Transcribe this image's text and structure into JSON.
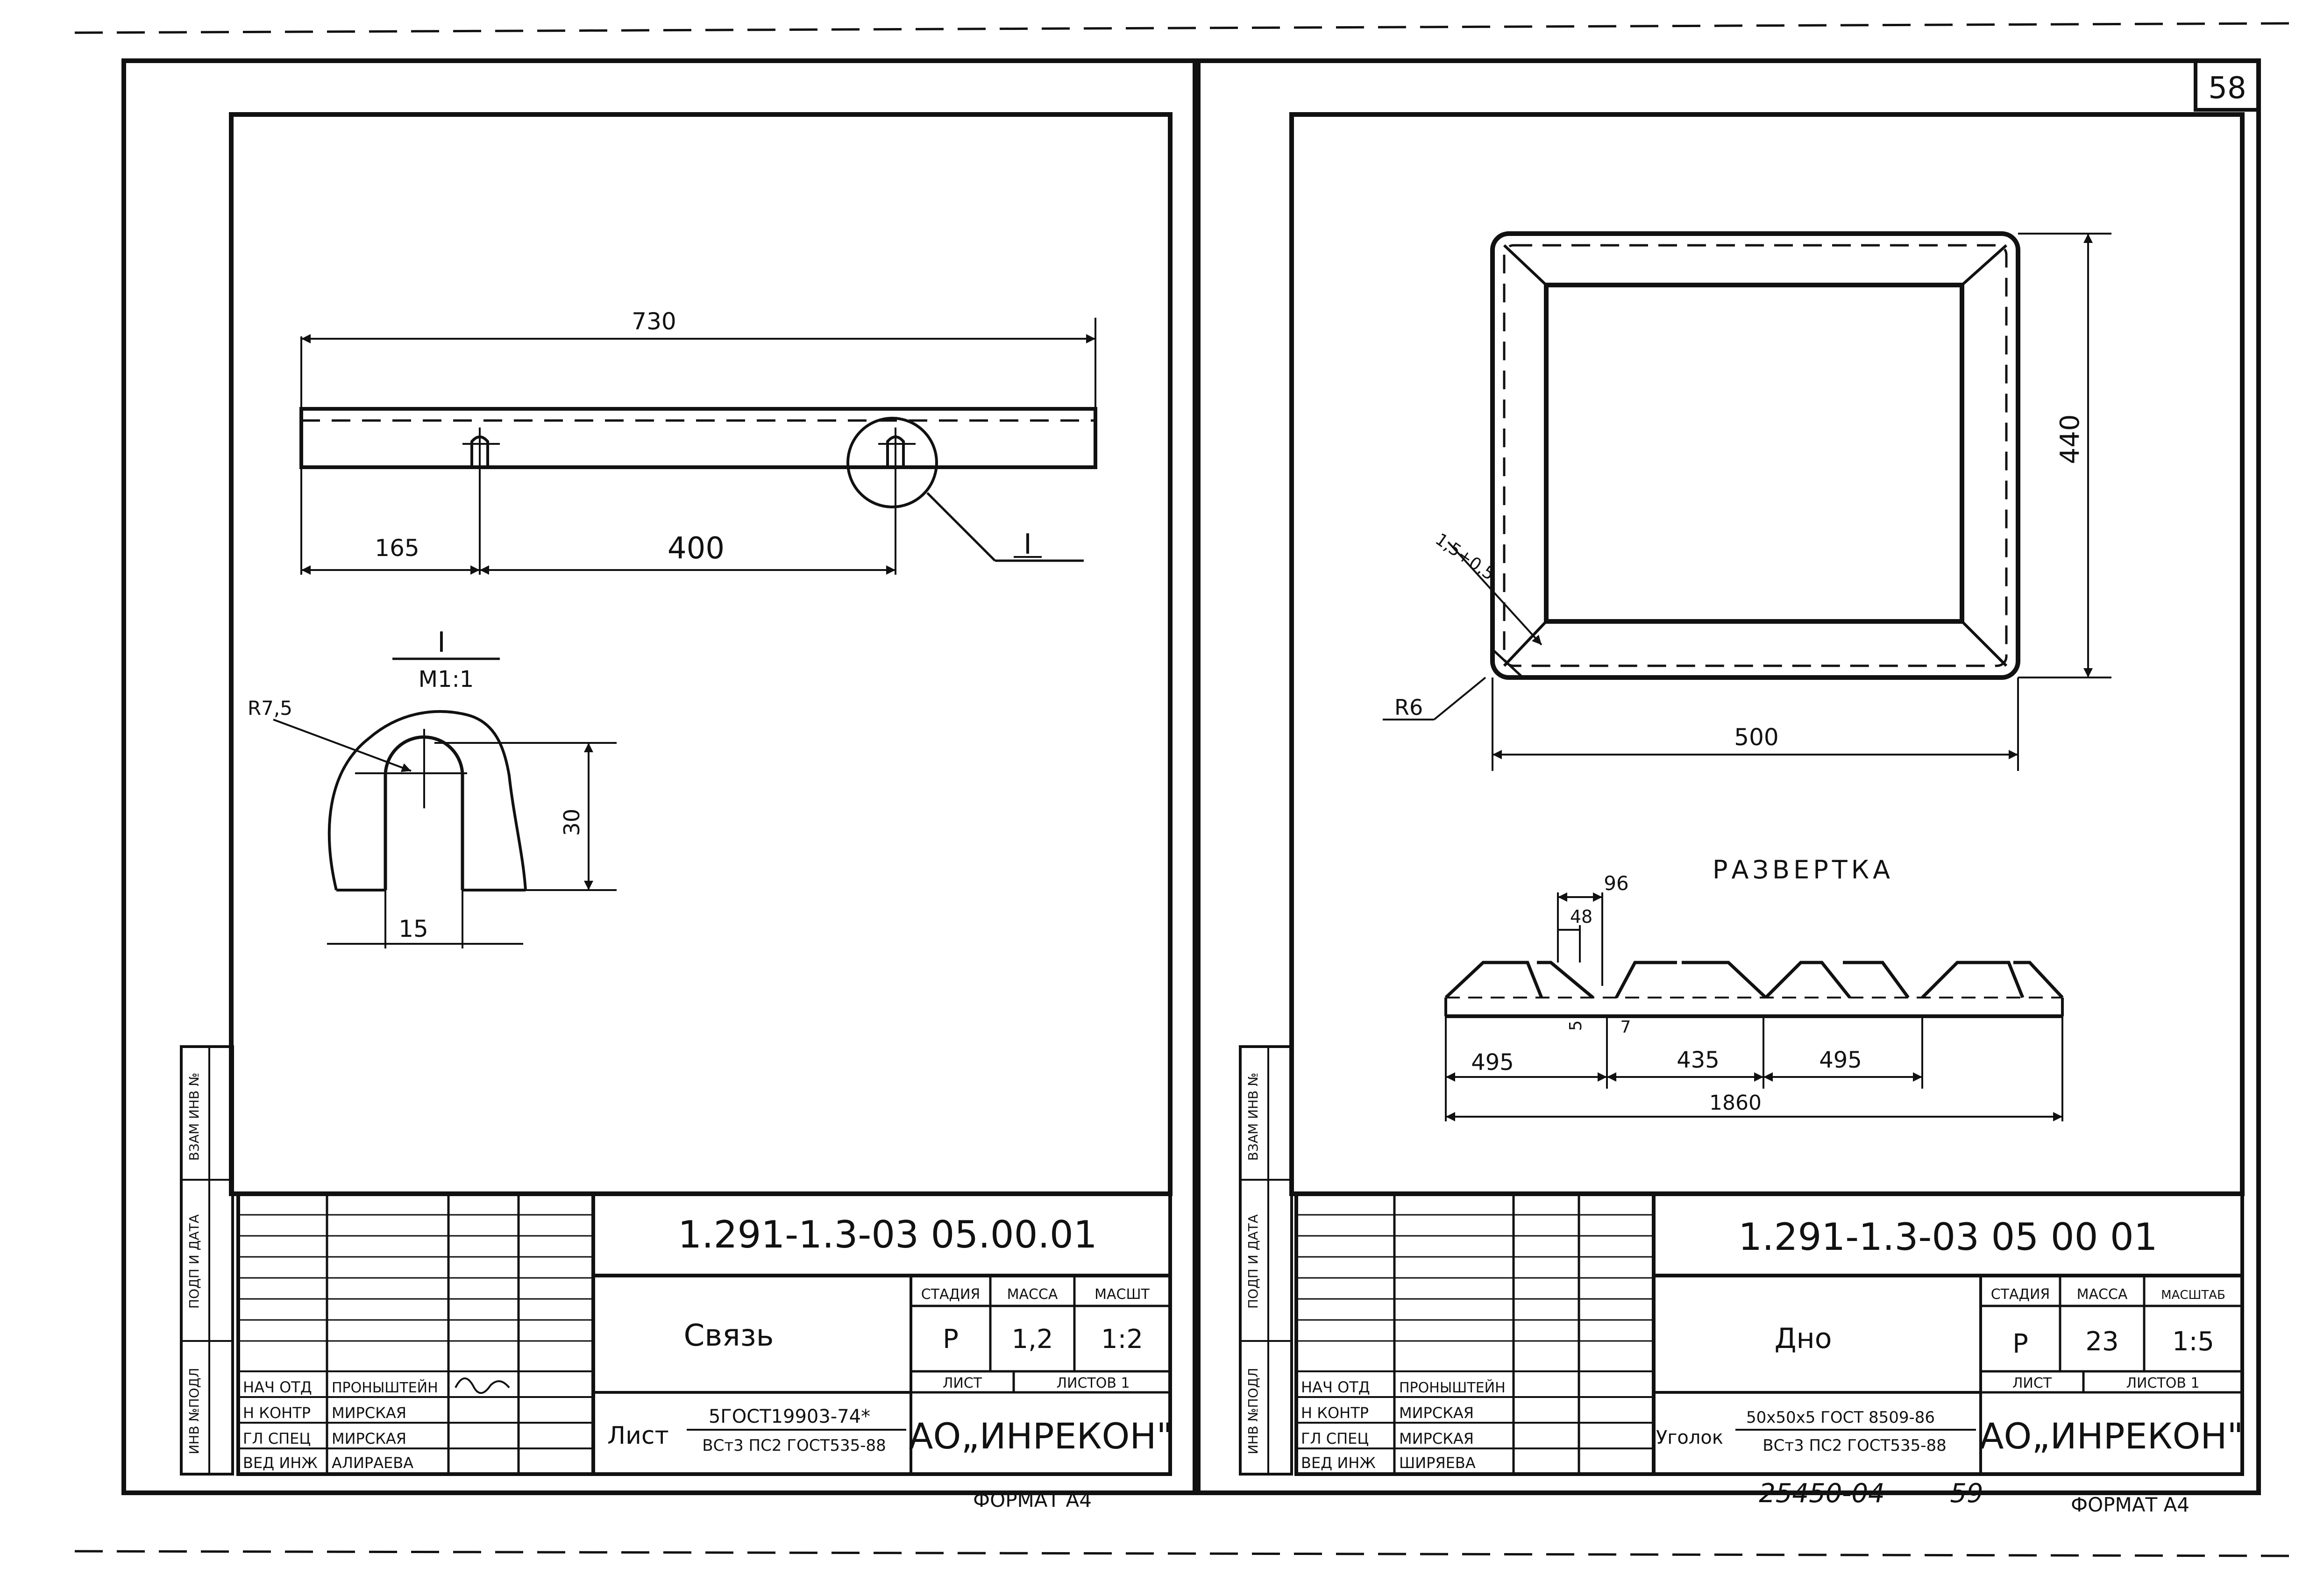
{
  "page_number": "58",
  "left_sheet": {
    "view": {
      "dim_total": "730",
      "dim_left": "165",
      "dim_mid": "400",
      "callout": "I"
    },
    "detail": {
      "title": "I",
      "scale": "М1:1",
      "radius": "R7,5",
      "dim_height": "30",
      "dim_width": "15"
    },
    "title_block": {
      "doc_code": "1.291-1.3-03 05.00.01",
      "part_name": "Связь",
      "headers": [
        "СТАДИЯ",
        "МАССА",
        "МАСШТ"
      ],
      "values": [
        "Р",
        "1,2",
        "1:2"
      ],
      "sheet_label": "ЛИСТ",
      "sheets_label": "ЛИСТОВ 1",
      "roles": [
        "НАЧ ОТД",
        "Н КОНТР",
        "ГЛ СПЕЦ",
        "ВЕД ИНЖ"
      ],
      "names": [
        "ПРОНЫШТЕЙН",
        "МИРСКАЯ",
        "МИРСКАЯ",
        "АЛИРАЕВА"
      ],
      "material_prefix": "Лист",
      "material_top": "5ГОСТ19903-74*",
      "material_bottom": "ВСт3 ПС2 ГОСТ535-88",
      "company": "АО„ИНРЕКОН\"",
      "side_labels": [
        "ИНВ №ПОДЛ",
        "ПОДП И ДАТА",
        "ВЗАМ ИНВ №"
      ]
    },
    "format": "ФОРМАТ А4"
  },
  "right_sheet": {
    "view": {
      "dim_height": "440",
      "dim_width": "500",
      "weld": "1,5+0,5",
      "radius": "R6"
    },
    "development": {
      "title": "РАЗВЕРТКА",
      "dim_96": "96",
      "dim_48": "48",
      "dim_5": "5",
      "dim_7": "7",
      "dim_a": "495",
      "dim_b": "435",
      "dim_c": "495",
      "dim_total": "1860"
    },
    "title_block": {
      "doc_code": "1.291-1.3-03 05 00 01",
      "part_name": "Дно",
      "headers": [
        "СТАДИЯ",
        "МАССА",
        "МАСШТАБ"
      ],
      "values": [
        "Р",
        "23",
        "1:5"
      ],
      "sheet_label": "ЛИСТ",
      "sheets_label": "ЛИСТОВ 1",
      "roles": [
        "НАЧ ОТД",
        "Н КОНТР",
        "ГЛ СПЕЦ",
        "ВЕД ИНЖ"
      ],
      "names": [
        "ПРОНЫШТЕЙН",
        "МИРСКАЯ",
        "МИРСКАЯ",
        "ШИРЯЕВА"
      ],
      "material_prefix": "Уголок",
      "material_top": "50х50х5 ГОСТ 8509-86",
      "material_bottom": "ВСт3 ПС2 ГОСТ535-88",
      "company": "АО„ИНРЕКОН\"",
      "side_labels": [
        "ИНВ №ПОДЛ",
        "ПОДП И ДАТА",
        "ВЗАМ ИНВ №"
      ]
    },
    "footer_code": "25450-04",
    "footer_page": "59",
    "format": "ФОРМАТ А4"
  }
}
